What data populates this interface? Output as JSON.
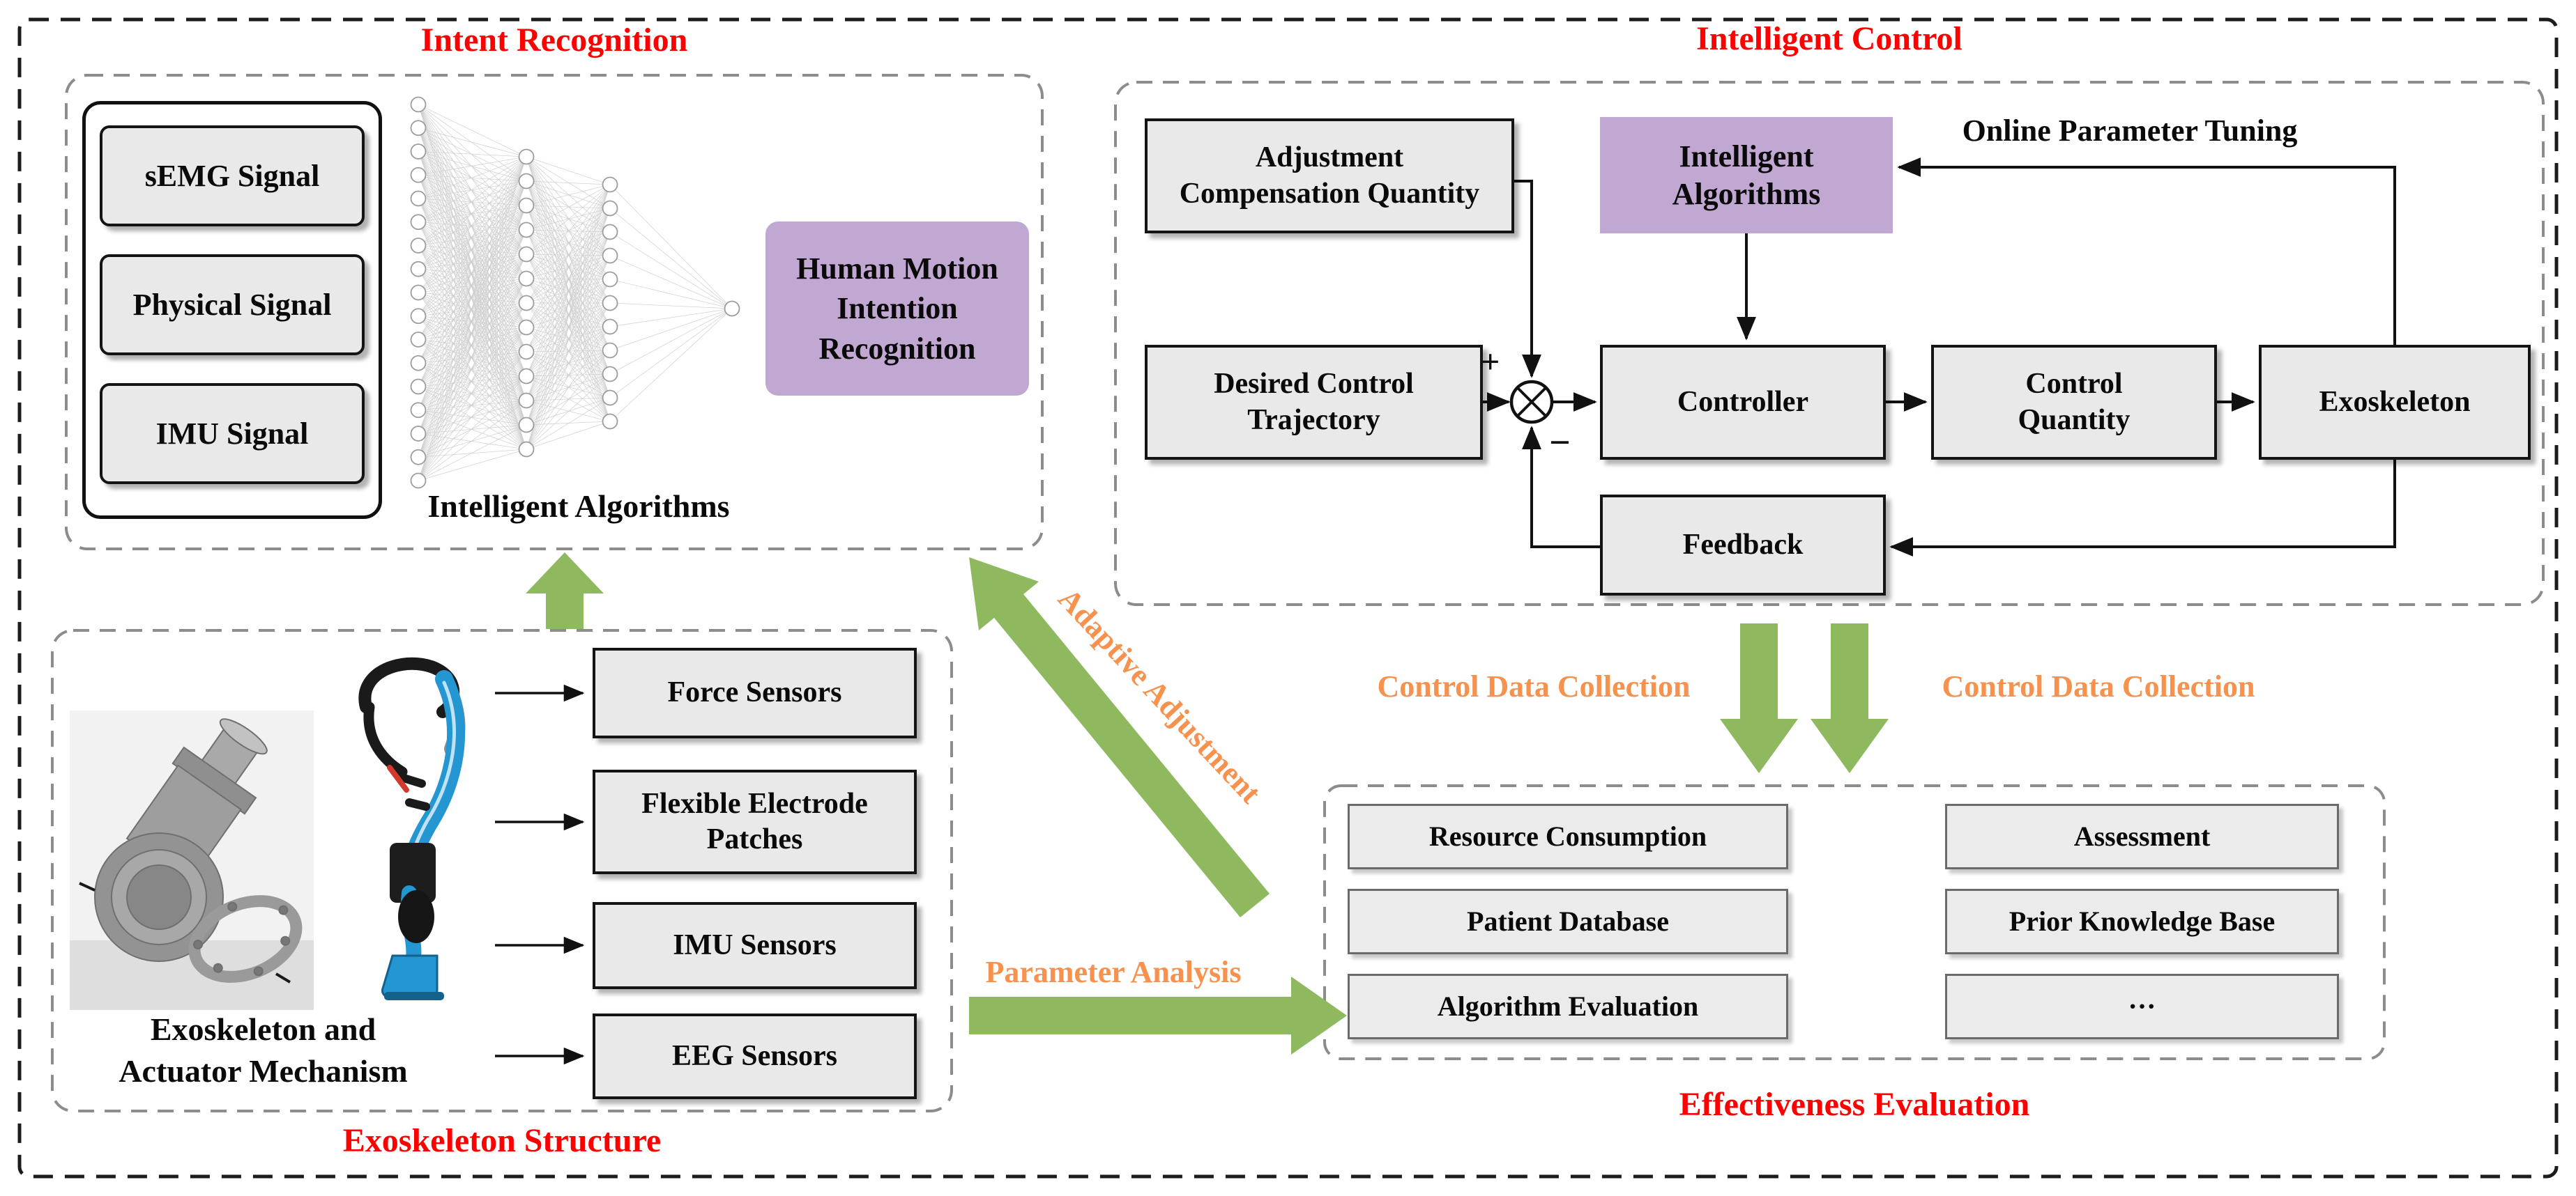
{
  "titles": {
    "intent_recognition": "Intent Recognition",
    "intelligent_control": "Intelligent Control",
    "exoskeleton_structure": "Exoskeleton Structure",
    "effectiveness_evaluation": "Effectiveness Evaluation"
  },
  "intent": {
    "signals": [
      "sEMG Signal",
      "Physical Signal",
      "IMU Signal"
    ],
    "network_label": "Intelligent Algorithms",
    "network_layers": [
      17,
      13,
      11,
      1
    ],
    "output_box": "Human Motion\nIntention\nRecognition"
  },
  "control": {
    "adjustment": "Adjustment\nCompensation Quantity",
    "intelligent_algorithms": "Intelligent\nAlgorithms",
    "online_tuning": "Online Parameter Tuning",
    "desired": "Desired Control\nTrajectory",
    "controller": "Controller",
    "quantity": "Control\nQuantity",
    "exoskeleton": "Exoskeleton",
    "feedback": "Feedback",
    "plus": "+",
    "minus": "−"
  },
  "structure": {
    "sensors": [
      "Force Sensors",
      "Flexible Electrode Patches",
      "IMU Sensors",
      "EEG Sensors"
    ],
    "caption": "Exoskeleton and\nActuator Mechanism"
  },
  "evaluation": {
    "left_column": [
      "Resource Consumption",
      "Patient Database",
      "Algorithm Evaluation"
    ],
    "right_column": [
      "Assessment",
      "Prior Knowledge Base",
      "···"
    ]
  },
  "flows": {
    "adaptive_adjustment": "Adaptive Adjustment",
    "parameter_analysis": "Parameter Analysis",
    "control_data_collection_left": "Control Data Collection",
    "control_data_collection_right": "Control Data Collection"
  },
  "colors": {
    "section_title_red": "#fe0000",
    "arrow_green": "#8fb95e",
    "flow_label_orange": "#f7924e",
    "highlight_purple": "#c1a8d2",
    "box_gray": "#e9e9e9"
  }
}
